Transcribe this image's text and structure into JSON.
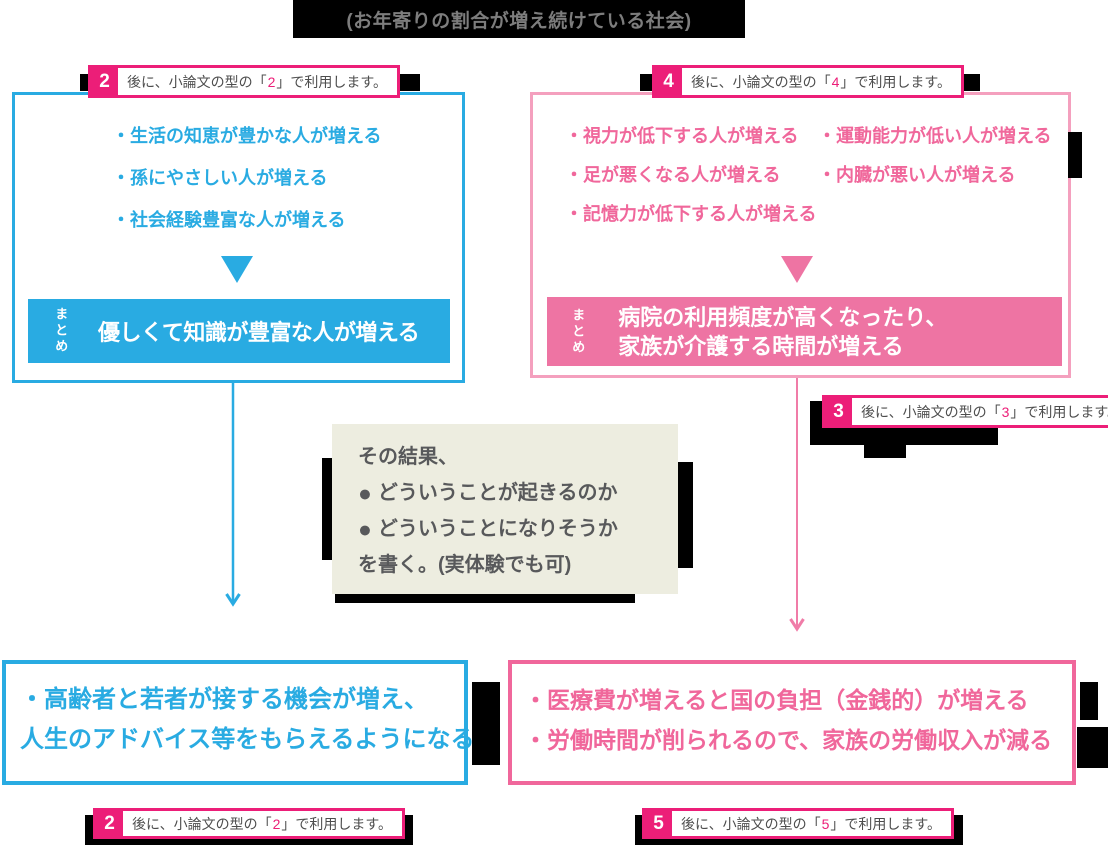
{
  "header": {
    "title": "(お年寄りの割合が増え続けている社会)"
  },
  "tags": [
    {
      "badge": "2",
      "pre": "後に、小論文の型の「",
      "num": "2",
      "post": "」で利用します。"
    },
    {
      "badge": "4",
      "pre": "後に、小論文の型の「",
      "num": "4",
      "post": "」で利用します。"
    },
    {
      "badge": "3",
      "pre": "後に、小論文の型の「",
      "num": "3",
      "post": "」で利用します。"
    },
    {
      "badge": "2",
      "pre": "後に、小論文の型の「",
      "num": "2",
      "post": "」で利用します。"
    },
    {
      "badge": "5",
      "pre": "後に、小論文の型の「",
      "num": "5",
      "post": "」で利用します。"
    }
  ],
  "left_box": {
    "bullets": [
      "・生活の知恵が豊かな人が増える",
      "・孫にやさしい人が増える",
      "・社会経験豊富な人が増える"
    ],
    "matome_label": "まとめ",
    "summary": "優しくて知識が豊富な人が増える"
  },
  "right_box": {
    "bullets_col1": [
      "・視力が低下する人が増える",
      "・足が悪くなる人が増える",
      "・記憶力が低下する人が増える"
    ],
    "bullets_col2": [
      "・運動能力が低い人が増える",
      "・内臓が悪い人が増える"
    ],
    "matome_label": "まとめ",
    "summary_line1": "病院の利用頻度が高くなったり、",
    "summary_line2": "家族が介護する時間が増える"
  },
  "center_note": {
    "line1": "その結果、",
    "bullet_icon": "●",
    "bullet1": "どういうことが起きるのか",
    "bullet2": "どういうことになりそうか",
    "line4": "を書く。(実体験でも可)"
  },
  "bottom_left_box": {
    "line1": "・高齢者と若者が接する機会が増え、",
    "line2": "人生のアドバイス等をもらえるようになる"
  },
  "bottom_right_box": {
    "line1": "・医療費が増えると国の負担（金銭的）が増える",
    "line2": "・労働時間が削られるので、家族の労働収入が減る"
  },
  "colors": {
    "blue": "#29ABE2",
    "hot_pink": "#EC1E78",
    "pink_text": "#F0679B",
    "pink_mid": "#EE74A3",
    "pink_border_light": "#F4A0BE",
    "pink_arrow": "#F07CA8",
    "beige": "#EDEDE0",
    "note_text": "#58595B",
    "tag_text": "#4D4D4D",
    "banner_text": "#7D7D7D"
  }
}
